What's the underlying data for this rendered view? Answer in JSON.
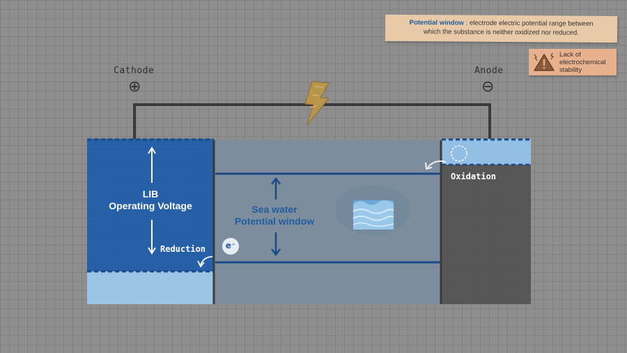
{
  "note": {
    "term": "Potential window",
    "definition_line1": " : electrode electric potential range between",
    "definition_line2": "which the substance is neither oxidized nor reduced."
  },
  "warning": {
    "icon": "warning-triangle-icon",
    "line1": "Lack of",
    "line2": "electrochemical",
    "line3": "stability"
  },
  "cathode": {
    "label": "Cathode",
    "symbol": "⊕",
    "voltage_line1": "LIB",
    "voltage_line2": "Operating Voltage"
  },
  "anode": {
    "label": "Anode",
    "symbol": "⊖"
  },
  "electrolyte": {
    "line1": "Sea water",
    "line2": "Potential window",
    "icon": "water-waves-icon"
  },
  "reactions": {
    "reduction": "Reduction",
    "oxidation": "Oxidation",
    "electron": "e⁻"
  },
  "colors": {
    "cathode_blue": "#235ea6",
    "light_blue": "#9bc4e6",
    "electrolyte_gray": "#7e8d9d",
    "anode_gray": "#555555",
    "accent_blue": "#1f5d9e",
    "lightning_gold": "#b8954a",
    "background": "#8e8e8e"
  }
}
